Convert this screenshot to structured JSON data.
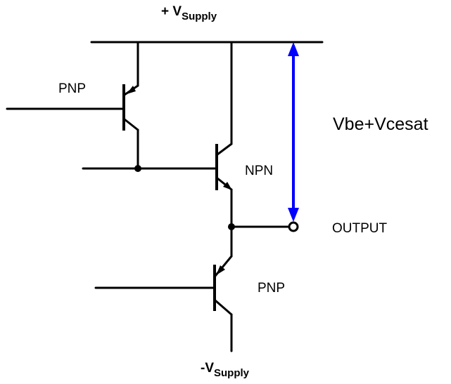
{
  "labels": {
    "supply_pos_prefix": "+ V",
    "supply_pos_sub": "Supply",
    "supply_neg_prefix": "-V",
    "supply_neg_sub": "Supply",
    "pnp_top": "PNP",
    "npn": "NPN",
    "pnp_bottom": "PNP",
    "output": "OUTPUT",
    "measurement": "Vbe+Vcesat"
  },
  "colors": {
    "wire": "#000000",
    "measurement": "#0000ff"
  }
}
